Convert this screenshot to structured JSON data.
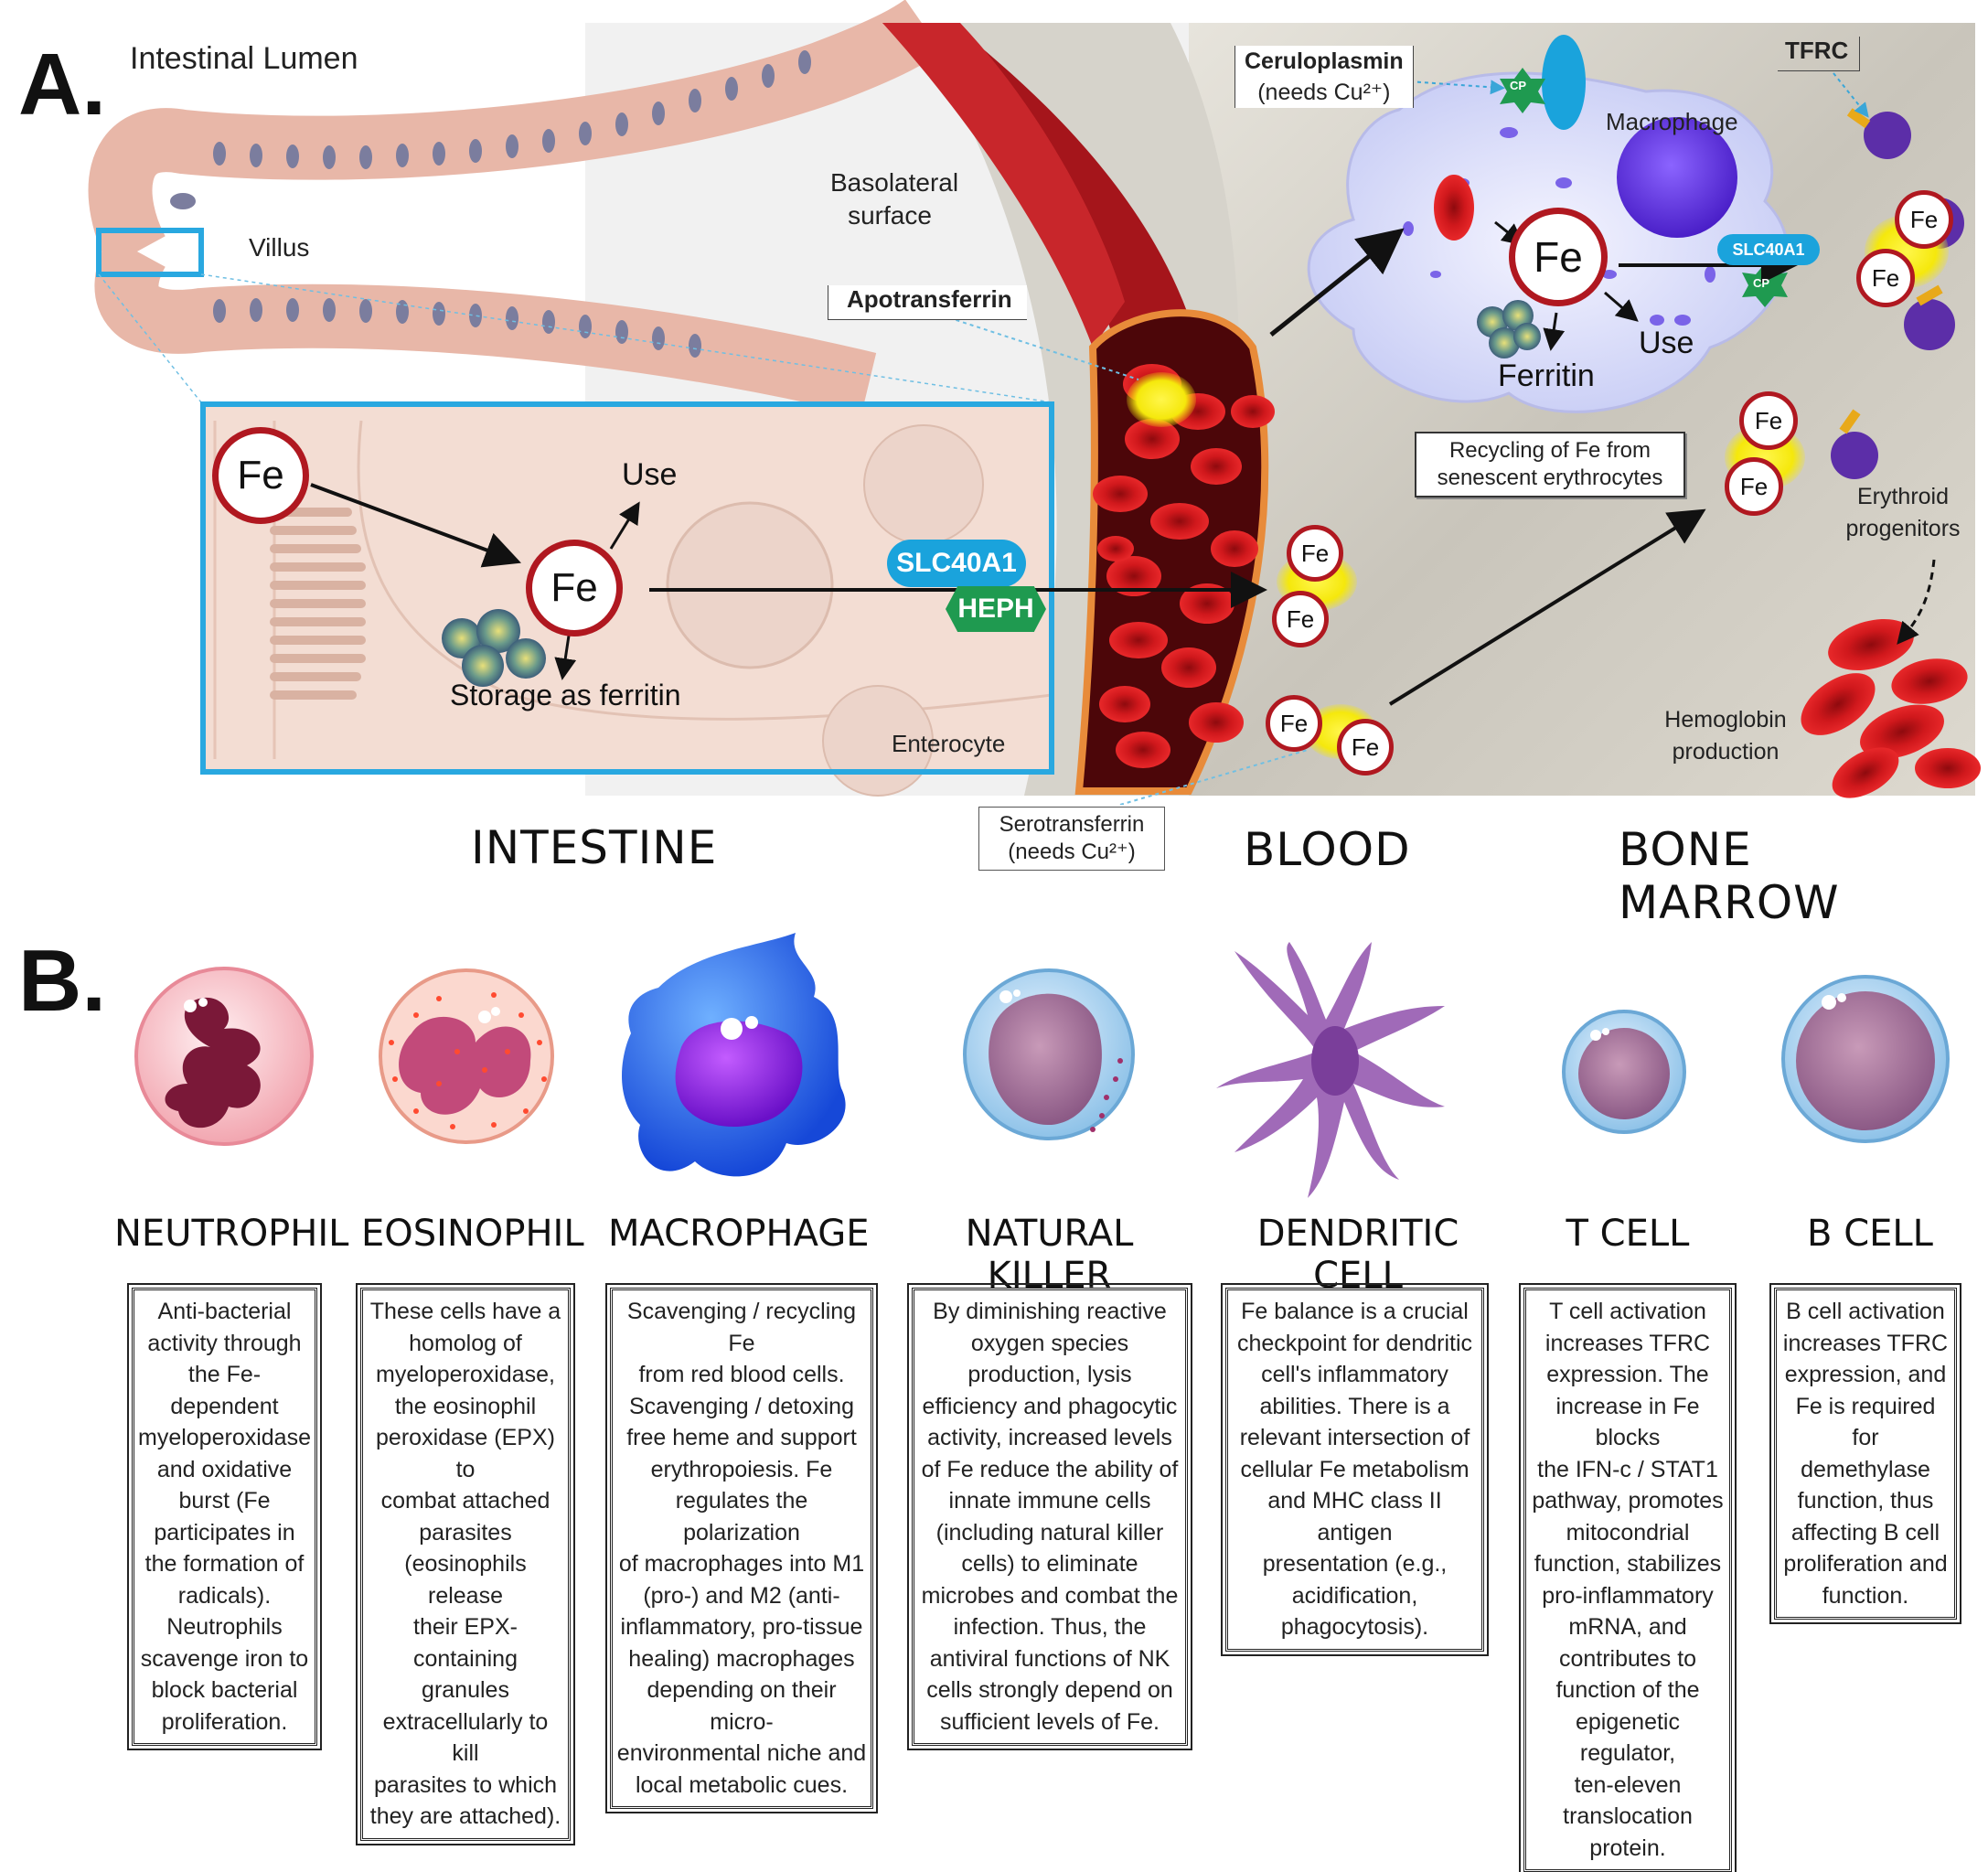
{
  "panel_a": {
    "letter": "A.",
    "intestinal_lumen": "Intestinal Lumen",
    "villus": "Villus",
    "basolateral_line1": "Basolateral",
    "basolateral_line2": "surface",
    "apotransferrin": "Apotransferrin",
    "ceruloplasmin_line1": "Ceruloplasmin",
    "ceruloplasmin_line2": "(needs Cu²⁺)",
    "tfrc": "TFRC",
    "macrophage": "Macrophage",
    "cp": "CP",
    "fe": "Fe",
    "use": "Use",
    "ferritin": "Ferritin",
    "slc40a1": "SLC40A1",
    "heph": "HEPH",
    "storage_as_ferritin": "Storage as ferritin",
    "enterocyte": "Enterocyte",
    "recycling_line1": "Recycling of Fe from",
    "recycling_line2": "senescent erythrocytes",
    "erythroid_line1": "Erythroid",
    "erythroid_line2": "progenitors",
    "hemoglobin_line1": "Hemoglobin",
    "hemoglobin_line2": "production",
    "serotransferrin_line1": "Serotransferrin",
    "serotransferrin_line2": "(needs Cu²⁺)",
    "section_intestine": "INTESTINE",
    "section_blood": "BLOOD",
    "section_bone_marrow": "BONE MARROW"
  },
  "panel_b": {
    "letter": "B.",
    "cells": [
      {
        "title": "NEUTROPHIL",
        "lines": [
          "Anti-bacterial",
          "activity through",
          "the Fe-dependent",
          "myeloperoxidase",
          "and oxidative",
          "burst (Fe",
          "participates in",
          "the formation of",
          "radicals).",
          "Neutrophils",
          "scavenge iron to",
          "block bacterial",
          "proliferation."
        ]
      },
      {
        "title": "EOSINOPHIL",
        "lines": [
          "These cells have a",
          "homolog of",
          "myeloperoxidase,",
          "the eosinophil",
          "peroxidase (EPX) to",
          "combat attached",
          "parasites",
          "(eosinophils release",
          "their EPX-containing",
          "granules",
          "extracellularly to kill",
          "parasites to which",
          "they are attached)."
        ]
      },
      {
        "title": "MACROPHAGE",
        "lines": [
          "Scavenging / recycling Fe",
          "from red blood cells.",
          "Scavenging / detoxing",
          "free heme and support",
          "erythropoiesis. Fe",
          "regulates the polarization",
          "of macrophages into M1",
          "(pro-) and M2 (anti-",
          "inflammatory, pro-tissue",
          "healing) macrophages",
          "depending on their micro-",
          "environmental niche and",
          "local metabolic cues."
        ]
      },
      {
        "title": "NATURAL KILLER",
        "lines": [
          "By diminishing reactive",
          "oxygen species",
          "production, lysis",
          "efficiency and phagocytic",
          "activity, increased levels",
          "of Fe reduce the ability of",
          "innate immune cells",
          "(including natural killer",
          "cells) to eliminate",
          "microbes and combat the",
          "infection. Thus, the",
          "antiviral functions of NK",
          "cells strongly depend on",
          "sufficient levels of Fe."
        ]
      },
      {
        "title": "DENDRITIC CELL",
        "lines": [
          "Fe balance is a crucial",
          "checkpoint for dendritic",
          "cell's inflammatory",
          "abilities. There is a",
          "relevant intersection of",
          "cellular Fe metabolism",
          "and MHC class II antigen",
          "presentation (e.g.,",
          "acidification,",
          "phagocytosis)."
        ]
      },
      {
        "title": "T CELL",
        "lines": [
          "T cell activation",
          "increases TFRC",
          "expression. The",
          "increase in Fe blocks",
          "the IFN-c / STAT1",
          "pathway, promotes",
          "mitocondrial",
          "function, stabilizes",
          "pro-inflammatory",
          "mRNA, and",
          "contributes to",
          "function of the",
          "epigenetic regulator,",
          "ten-eleven",
          "translocation",
          "protein."
        ]
      },
      {
        "title": "B CELL",
        "lines": [
          "B cell activation",
          "increases TFRC",
          "expression, and",
          "Fe is required for",
          "demethylase",
          "function, thus",
          "affecting B cell",
          "proliferation and",
          "function."
        ]
      }
    ]
  },
  "colors": {
    "blood_red": "#c41a1f",
    "frame_blue": "#29a8e0",
    "slc_blue": "#1aa3dc",
    "heph_green": "#1f9a50",
    "fe_border": "#b01820",
    "transferrin_yellow": "#f8ee0e"
  }
}
